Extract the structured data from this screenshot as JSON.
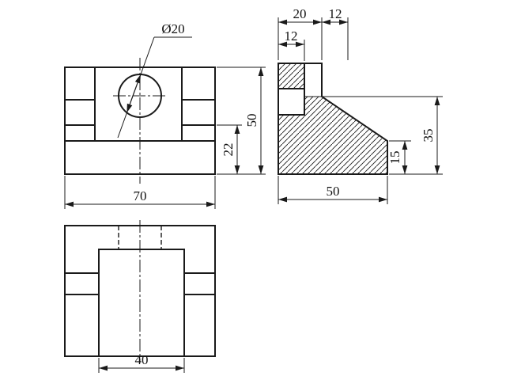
{
  "drawing": {
    "ink_color": "#1a1a1a",
    "background_color": "#ffffff",
    "front_view": {
      "hole_diameter_label": "Ø20",
      "width": "70",
      "notch_height": "22",
      "height": "50"
    },
    "side_view": {
      "top_width": "20",
      "top_offset": "12",
      "wall_thickness": "12",
      "slope_height": "35",
      "base_height": "15",
      "depth": "50"
    },
    "top_view": {
      "slot_width": "40"
    }
  }
}
